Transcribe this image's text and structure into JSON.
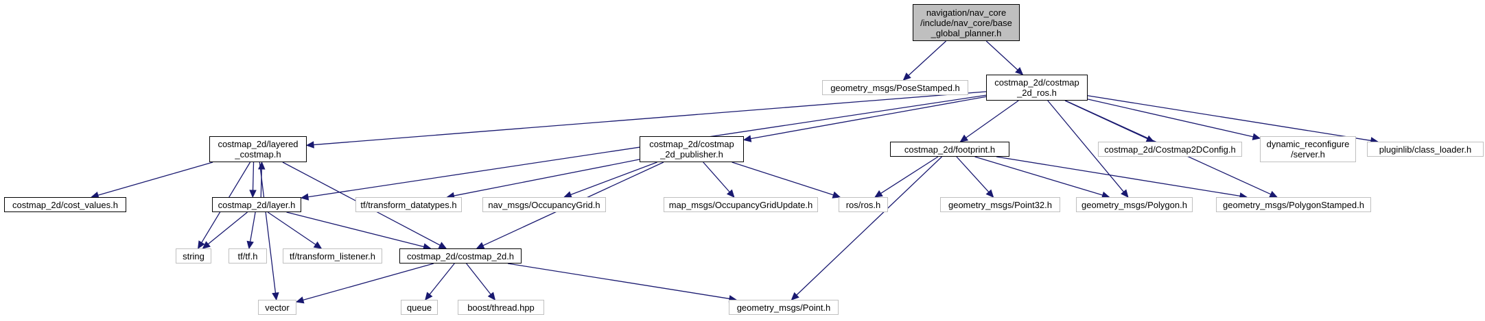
{
  "colors": {
    "edge": "#191970",
    "root_fill": "#bfbfbf",
    "external_border": "#bfbfbf",
    "main_border": "#000000"
  },
  "nodes": [
    {
      "id": "root",
      "label": "navigation/nav_core\n/include/nav_core/base\n_global_planner.h",
      "kind": "root"
    },
    {
      "id": "pose_stamped",
      "label": "geometry_msgs/PoseStamped.h",
      "kind": "ext"
    },
    {
      "id": "costmap_ros",
      "label": "costmap_2d/costmap\n_2d_ros.h",
      "kind": "main"
    },
    {
      "id": "layered",
      "label": "costmap_2d/layered\n_costmap.h",
      "kind": "main"
    },
    {
      "id": "publisher",
      "label": "costmap_2d/costmap\n_2d_publisher.h",
      "kind": "main"
    },
    {
      "id": "footprint",
      "label": "costmap_2d/footprint.h",
      "kind": "main"
    },
    {
      "id": "config",
      "label": "costmap_2d/Costmap2DConfig.h",
      "kind": "ext"
    },
    {
      "id": "dynreconf",
      "label": "dynamic_reconfigure\n/server.h",
      "kind": "ext"
    },
    {
      "id": "classloader",
      "label": "pluginlib/class_loader.h",
      "kind": "ext"
    },
    {
      "id": "cost_values",
      "label": "costmap_2d/cost_values.h",
      "kind": "main"
    },
    {
      "id": "layer",
      "label": "costmap_2d/layer.h",
      "kind": "main"
    },
    {
      "id": "tf_datatypes",
      "label": "tf/transform_datatypes.h",
      "kind": "ext"
    },
    {
      "id": "occgrid",
      "label": "nav_msgs/OccupancyGrid.h",
      "kind": "ext"
    },
    {
      "id": "occgridupd",
      "label": "map_msgs/OccupancyGridUpdate.h",
      "kind": "ext"
    },
    {
      "id": "ros",
      "label": "ros/ros.h",
      "kind": "ext"
    },
    {
      "id": "point32",
      "label": "geometry_msgs/Point32.h",
      "kind": "ext"
    },
    {
      "id": "polygon",
      "label": "geometry_msgs/Polygon.h",
      "kind": "ext"
    },
    {
      "id": "polystamped",
      "label": "geometry_msgs/PolygonStamped.h",
      "kind": "ext"
    },
    {
      "id": "string",
      "label": "string",
      "kind": "ext"
    },
    {
      "id": "tf",
      "label": "tf/tf.h",
      "kind": "ext"
    },
    {
      "id": "tflistener",
      "label": "tf/transform_listener.h",
      "kind": "ext"
    },
    {
      "id": "costmap2d",
      "label": "costmap_2d/costmap_2d.h",
      "kind": "main"
    },
    {
      "id": "vector",
      "label": "vector",
      "kind": "ext"
    },
    {
      "id": "queue",
      "label": "queue",
      "kind": "ext"
    },
    {
      "id": "thread",
      "label": "boost/thread.hpp",
      "kind": "ext"
    },
    {
      "id": "point",
      "label": "geometry_msgs/Point.h",
      "kind": "ext"
    }
  ],
  "edges": [
    [
      "root",
      "pose_stamped"
    ],
    [
      "root",
      "costmap_ros"
    ],
    [
      "costmap_ros",
      "layered"
    ],
    [
      "costmap_ros",
      "publisher"
    ],
    [
      "costmap_ros",
      "footprint"
    ],
    [
      "costmap_ros",
      "config"
    ],
    [
      "costmap_ros",
      "dynreconf"
    ],
    [
      "costmap_ros",
      "classloader"
    ],
    [
      "costmap_ros",
      "layer"
    ],
    [
      "costmap_ros",
      "polygon"
    ],
    [
      "costmap_ros",
      "polystamped"
    ],
    [
      "layered",
      "cost_values"
    ],
    [
      "layered",
      "layer"
    ],
    [
      "layered",
      "costmap2d"
    ],
    [
      "layered",
      "string"
    ],
    [
      "layered",
      "vector"
    ],
    [
      "layer",
      "layered"
    ],
    [
      "layer",
      "string"
    ],
    [
      "layer",
      "tf"
    ],
    [
      "layer",
      "tflistener"
    ],
    [
      "layer",
      "costmap2d"
    ],
    [
      "publisher",
      "tf_datatypes"
    ],
    [
      "publisher",
      "occgrid"
    ],
    [
      "publisher",
      "occgridupd"
    ],
    [
      "publisher",
      "ros"
    ],
    [
      "publisher",
      "costmap2d"
    ],
    [
      "footprint",
      "ros"
    ],
    [
      "footprint",
      "point32"
    ],
    [
      "footprint",
      "polygon"
    ],
    [
      "footprint",
      "polystamped"
    ],
    [
      "footprint",
      "point"
    ],
    [
      "costmap2d",
      "vector"
    ],
    [
      "costmap2d",
      "queue"
    ],
    [
      "costmap2d",
      "thread"
    ],
    [
      "costmap2d",
      "point"
    ]
  ]
}
